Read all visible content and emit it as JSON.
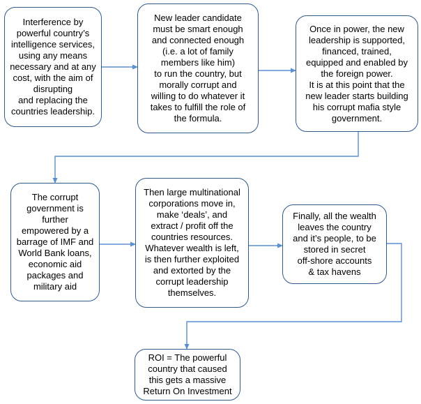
{
  "steps": [
    {
      "id": "interference",
      "text": "Interference by\npowerful country’s\nintelligence services,\nusing any means\nnecessary and at any\ncost, with the aim of\ndisrupting\nand replacing the\ncountries leadership."
    },
    {
      "id": "candidate",
      "text": "New leader candidate\nmust be smart enough\nand connected enough\n(i.e. a lot of family\nmembers like him)\nto run the country, but\nmorally corrupt and\nwilling to do whatever it\ntakes to fulfill the role of\nthe formula."
    },
    {
      "id": "in-power",
      "text": "Once in power, the new\nleadership is supported,\nfinanced, trained,\nequipped and enabled by\nthe foreign power.\nIt is at this point that the\nnew leader starts building\nhis corrupt mafia style\ngovernment."
    },
    {
      "id": "empowered",
      "text": "The corrupt\ngovernment is\nfurther\nempowered by a\nbarrage of IMF and\nWorld Bank loans,\neconomic aid\npackages and\nmilitary aid"
    },
    {
      "id": "multinationals",
      "text": "Then large multinational\ncorporations move in,\nmake ‘deals’, and\nextract / profit off the\ncountries resources.\nWhatever wealth is left,\nis then further exploited\nand extorted by the\ncorrupt leadership\nthemselves."
    },
    {
      "id": "wealth-leaves",
      "text": "Finally, all the wealth\nleaves the country\nand it’s people, to be\nstored in secret\noff-shore accounts\n& tax havens"
    },
    {
      "id": "roi",
      "text": "ROI = The powerful\ncountry that caused\nthis gets a massive\nReturn On Investment"
    }
  ],
  "colors": {
    "box_border": "#2e5a8e",
    "arrow": "#5b8fd0"
  }
}
